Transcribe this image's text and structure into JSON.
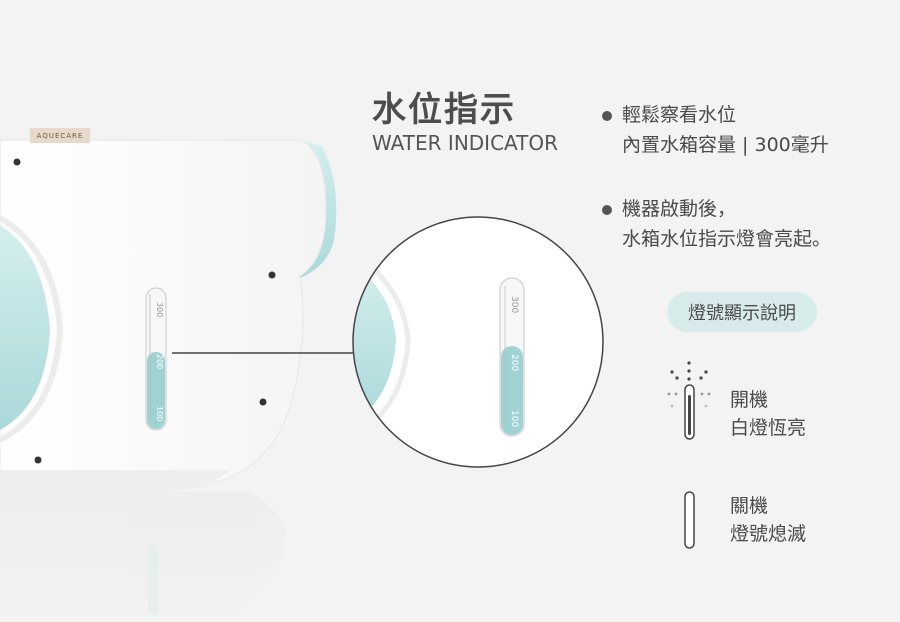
{
  "brand": {
    "logo_text": "AQUECARE"
  },
  "heading": {
    "title_zh": "水位指示",
    "title_en": "WATER INDICATOR"
  },
  "features": [
    {
      "line1": "輕鬆察看水位",
      "line2": "內置水箱容量 | 300毫升"
    },
    {
      "line1": "機器啟動後，",
      "line2": "水箱水位指示燈會亮起。"
    }
  ],
  "gauge": {
    "marks": [
      "300",
      "200",
      "100"
    ],
    "fill_level": 0.55
  },
  "legend": {
    "title": "燈號顯示說明",
    "on": {
      "line1": "開機",
      "line2": "白燈恆亮"
    },
    "off": {
      "line1": "關機",
      "line2": "燈號熄滅"
    }
  },
  "colors": {
    "accent": "#bfe2e2",
    "accent_dark": "#8cc9cb",
    "pill": "#d6ebea",
    "background": "#f3f3f3"
  }
}
